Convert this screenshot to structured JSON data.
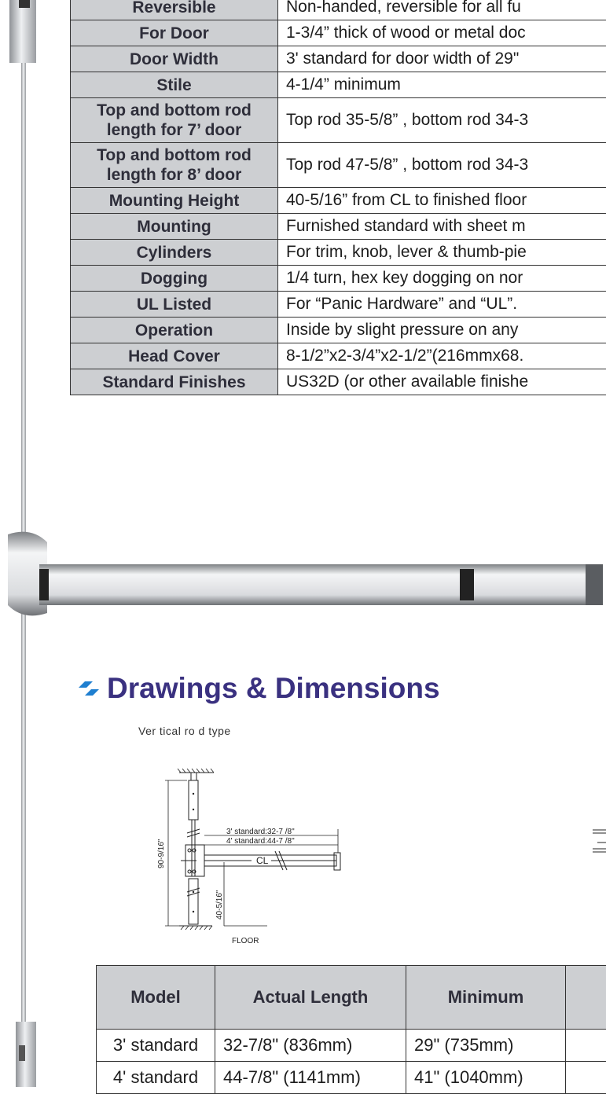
{
  "spec_rows": [
    {
      "label": "Reversible",
      "value": "Non-handed, reversible for all fu"
    },
    {
      "label": "For Door",
      "value": "1-3/4” thick of wood or metal doc"
    },
    {
      "label": "Door Width",
      "value": "3' standard for door width of 29\""
    },
    {
      "label": "Stile",
      "value": "4-1/4” minimum"
    },
    {
      "label": "Top and bottom rod length for 7’ door",
      "value": "Top rod 35-5/8” , bottom rod 34-3"
    },
    {
      "label": "Top and bottom rod length for 8’ door",
      "value": "Top rod 47-5/8” , bottom rod 34-3"
    },
    {
      "label": "Mounting Height",
      "value": "40-5/16” from CL to finished floor"
    },
    {
      "label": "Mounting",
      "value": "Furnished standard with sheet m"
    },
    {
      "label": "Cylinders",
      "value": "For trim, knob, lever & thumb-pie"
    },
    {
      "label": "Dogging",
      "value": "1/4 turn, hex key dogging on nor"
    },
    {
      "label": "UL Listed",
      "value": "For “Panic Hardware” and “UL”."
    },
    {
      "label": "Operation",
      "value": "Inside by slight pressure on any"
    },
    {
      "label": "Head Cover",
      "value": "8-1/2”x2-3/4”x2-1/2”(216mmx68."
    },
    {
      "label": "Standard  Finishes",
      "value": "US32D (or other available finishe"
    }
  ],
  "section": {
    "title": "Drawings & Dimensions",
    "subtitle": "Ver tical  ro d type"
  },
  "drawing": {
    "std3": "3' standard:32-7  /8\"",
    "std4": "4' standard:44-7  /8\"",
    "cl": "CL",
    "height": "90-9/16\"",
    "mount": "40-5/16\"",
    "floor": "FLOOR"
  },
  "dim_table": {
    "headers": [
      "Model",
      "Actual Length",
      "Minimum",
      ""
    ],
    "rows": [
      [
        "3' standard",
        "32-7/8\" (836mm)",
        "29\" (735mm)",
        ""
      ],
      [
        "4' standard",
        "44-7/8\" (1141mm)",
        "41\" (1040mm)",
        ""
      ]
    ]
  },
  "colors": {
    "heading": "#3a3180",
    "label_bg": "#cdcfd2",
    "logo_blue": "#1f7fd0"
  }
}
